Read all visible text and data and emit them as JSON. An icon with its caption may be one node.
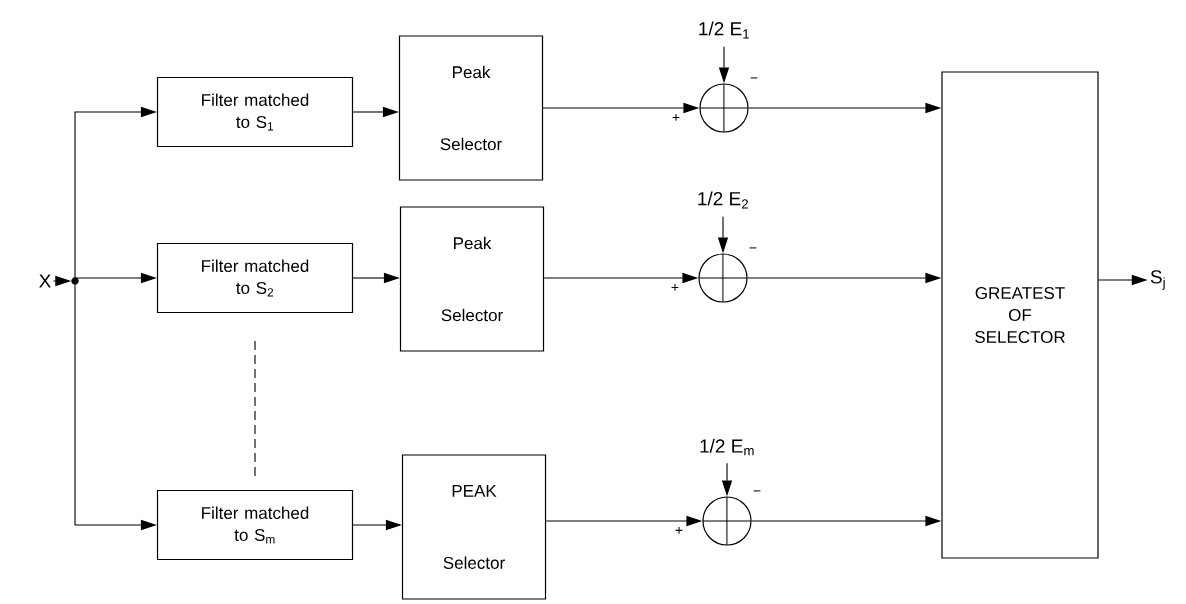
{
  "diagram": {
    "nodes": [
      {
        "text": [
          "X"
        ]
      },
      {
        "text": [],
        "shape": "dot"
      },
      {
        "text": [
          "Filter matched to S$_{1}$"
        ]
      },
      {
        "text": [
          "Peak Selector"
        ]
      },
      {
        "text": [
          "1/2 E$_{1}$"
        ]
      },
      {
        "text": [],
        "shape": "circle",
        "beside": [
          "+",
          "−"
        ]
      },
      {
        "text": [
          "Filter matched to S$_{2}$"
        ]
      },
      {
        "text": [
          "Peak Selector"
        ]
      },
      {
        "text": [
          "1/2 E$_{2}$"
        ]
      },
      {
        "text": [],
        "shape": "circle",
        "beside": [
          "+",
          "−"
        ]
      },
      {
        "text": [
          "Filter matched to S$_{m}$"
        ]
      },
      {
        "text": [
          "PEAK Selector"
        ]
      },
      {
        "text": [
          "1/2 E$_{m}$"
        ]
      },
      {
        "text": [],
        "shape": "circle",
        "beside": [
          "+",
          "−"
        ]
      },
      {
        "text": [
          "GREATEST OF SELECTOR"
        ]
      },
      {
        "text": [
          "S$_{j}$"
        ]
      }
    ],
    "edges": [
      {
        "from": 0,
        "to": 1,
        "arrow": "to"
      },
      {
        "from": 1,
        "to": 2,
        "arrow": "to"
      },
      {
        "from": 1,
        "to": 6,
        "arrow": "to"
      },
      {
        "from": 1,
        "to": 10,
        "arrow": "to"
      },
      {
        "from": 2,
        "to": 3,
        "arrow": "to"
      },
      {
        "from": 3,
        "to": 5,
        "arrow": "to"
      },
      {
        "from": 4,
        "to": 5,
        "arrow": "to"
      },
      {
        "from": 5,
        "to": 14,
        "arrow": "to"
      },
      {
        "from": 6,
        "to": 7,
        "arrow": "to"
      },
      {
        "from": 7,
        "to": 9,
        "arrow": "to"
      },
      {
        "from": 8,
        "to": 9,
        "arrow": "to"
      },
      {
        "from": 9,
        "to": 14,
        "arrow": "to"
      },
      {
        "from": 6,
        "to": 10,
        "arrow": "none",
        "style": "dashed"
      },
      {
        "from": 10,
        "to": 11,
        "arrow": "to"
      },
      {
        "from": 11,
        "to": 13,
        "arrow": "to"
      },
      {
        "from": 12,
        "to": 13,
        "arrow": "to"
      },
      {
        "from": 13,
        "to": 14,
        "arrow": "to"
      },
      {
        "from": 14,
        "to": 15,
        "arrow": "to"
      }
    ]
  }
}
